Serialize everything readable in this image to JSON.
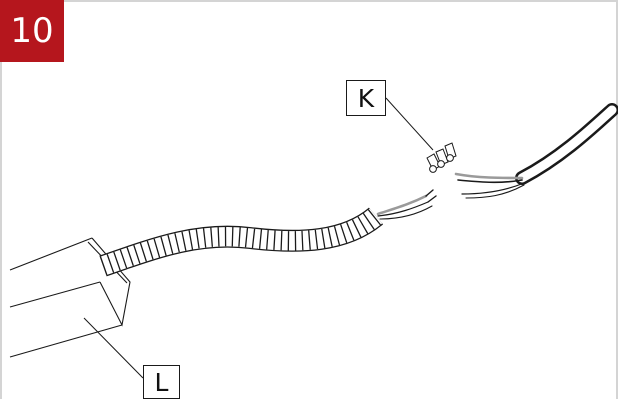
{
  "step": {
    "number": "10",
    "badge_color": "#b5161d"
  },
  "callouts": {
    "connectors": {
      "letter": "K"
    },
    "housing": {
      "letter": "L"
    }
  },
  "colors": {
    "line": "#1a1a1a",
    "frame": "#d4d4d4",
    "wire_gray": "#9a9a9a"
  }
}
